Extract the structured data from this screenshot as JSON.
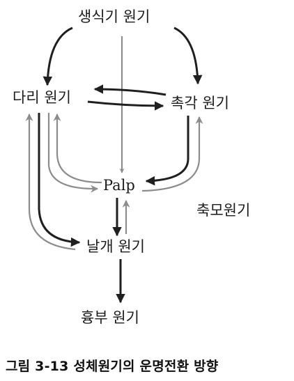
{
  "nodes": {
    "reproductive": "생식기 원기",
    "leg": "다리 원기",
    "antenna": "촉각 원기",
    "palp": "Palp",
    "maxillary_palp": "축모원기",
    "wing": "날개 원기",
    "thorax": "흉부 원기"
  },
  "caption": "그림 3-13 성체원기의 운명전환 방향",
  "colors": {
    "text": "#1b1b1b",
    "strong_arrow": "#1f1f1f",
    "light_arrow": "#8c8c8c"
  }
}
